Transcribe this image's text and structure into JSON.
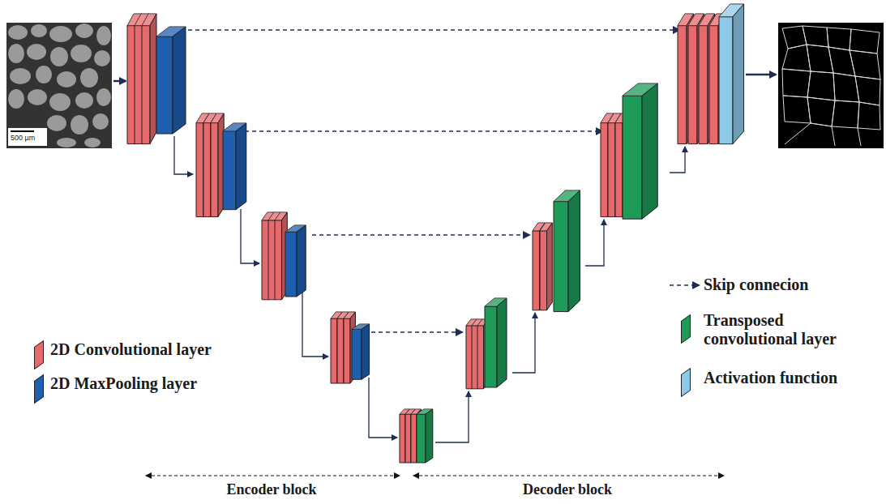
{
  "diagram": {
    "labels": [
      "500 µm",
      "Encoder block",
      "Decoder block"
    ],
    "legend": [
      {
        "text": "2D Convolutional layer",
        "color": "#e8696c"
      },
      {
        "text": "2D MaxPooling layer",
        "color": "#1f5fb0"
      },
      {
        "text": "Skip connecion"
      },
      {
        "text": "Transposed convolutional layer",
        "color": "#1e9b57"
      },
      {
        "text": "Activation function",
        "color": "#8fc9ea"
      }
    ]
  }
}
